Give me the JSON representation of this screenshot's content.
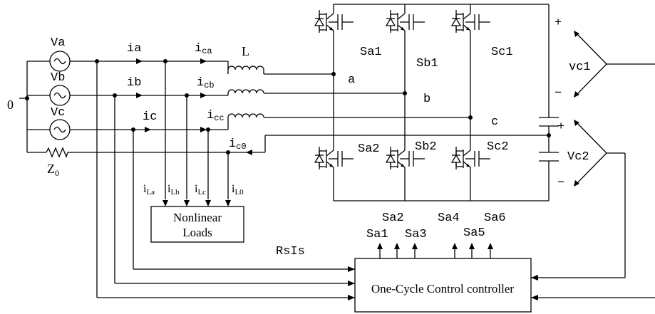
{
  "ground_label": "0",
  "sources": [
    {
      "label": "Va"
    },
    {
      "label": "Vb"
    },
    {
      "label": "Vc"
    }
  ],
  "neutral_impedance": {
    "main": "Z",
    "sub": "0"
  },
  "line_currents": [
    "ia",
    "ib",
    "ic"
  ],
  "comp_currents": [
    {
      "main": "i",
      "sub": "ca"
    },
    {
      "main": "i",
      "sub": "cb"
    },
    {
      "main": "i",
      "sub": "cc"
    },
    {
      "main": "i",
      "sub": "c0"
    }
  ],
  "inductor_label": "L",
  "load_currents": [
    {
      "main": "i",
      "sub": "La"
    },
    {
      "main": "i",
      "sub": "Lb"
    },
    {
      "main": "i",
      "sub": "Lc"
    },
    {
      "main": "i",
      "sub": "L0"
    }
  ],
  "nonlinear_loads": {
    "line1": "Nonlinear",
    "line2": "Loads"
  },
  "node_labels": [
    "a",
    "b",
    "c"
  ],
  "switches_top": [
    "Sa1",
    "Sb1",
    "Sc1"
  ],
  "switches_bottom": [
    "Sa2",
    "Sb2",
    "Sc2"
  ],
  "capacitors": [
    {
      "label": "vc1",
      "plus": "+",
      "minus": "−"
    },
    {
      "label": "Vc2",
      "plus": "+",
      "minus": "−"
    }
  ],
  "gate_signals": [
    "Sa1",
    "Sa2",
    "Sa3",
    "Sa4",
    "Sa5",
    "Sa6"
  ],
  "sense_label": "RsIs",
  "controller_label": "One-Cycle Control controller"
}
